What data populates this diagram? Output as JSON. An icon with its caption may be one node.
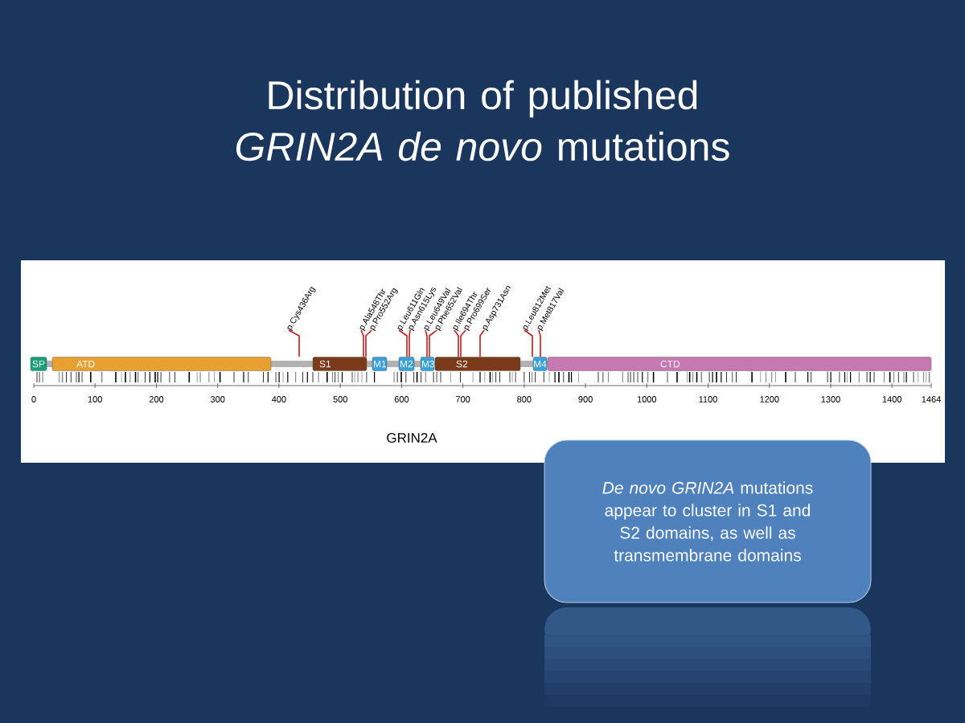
{
  "diagram": {
    "title": "Distribution of published *GRIN2A* *de novo* mutations",
    "nodes": [
      {
        "text": [
          "p.Cys436Arg"
        ]
      },
      {
        "text": [
          "p.Ala548Thr"
        ]
      },
      {
        "text": [
          "p.Pro552Arg"
        ]
      },
      {
        "text": [
          "p.Leu611Gln"
        ]
      },
      {
        "text": [
          "p.Asn615Lys"
        ]
      },
      {
        "text": [
          "p.Leu649Val"
        ]
      },
      {
        "text": [
          "p.Phe652Val"
        ]
      },
      {
        "text": [
          "p.Ile694Thr"
        ]
      },
      {
        "text": [
          "p.Pro699Ser"
        ]
      },
      {
        "text": [
          "p.Asp731Asn"
        ]
      },
      {
        "text": [
          "p.Leu812Met"
        ]
      },
      {
        "text": [
          "p.Met817Val"
        ]
      },
      {
        "text": [
          "SP"
        ]
      },
      {
        "text": [
          "ATD"
        ]
      },
      {
        "text": [
          "S1"
        ]
      },
      {
        "text": [
          "M1"
        ]
      },
      {
        "text": [
          "M2"
        ]
      },
      {
        "text": [
          "M3"
        ]
      },
      {
        "text": [
          "S2"
        ]
      },
      {
        "text": [
          "M4"
        ]
      },
      {
        "text": [
          "CTD"
        ]
      },
      {
        "text": [
          "*De novo* *GRIN2A* mutations appear to cluster in S1 and S2 domains, as well as transmembrane domains"
        ]
      }
    ],
    "edges": [
      {
        "from": 0,
        "to": null,
        "arrow": "none"
      },
      {
        "from": 1,
        "to": 14,
        "arrow": "none"
      },
      {
        "from": 2,
        "to": 14,
        "arrow": "none"
      },
      {
        "from": 3,
        "to": 16,
        "arrow": "none"
      },
      {
        "from": 4,
        "to": 16,
        "arrow": "none"
      },
      {
        "from": 5,
        "to": 17,
        "arrow": "none"
      },
      {
        "from": 6,
        "to": 17,
        "arrow": "none"
      },
      {
        "from": 7,
        "to": 18,
        "arrow": "none"
      },
      {
        "from": 8,
        "to": 18,
        "arrow": "none"
      },
      {
        "from": 9,
        "to": 18,
        "arrow": "none"
      },
      {
        "from": 10,
        "to": 19,
        "arrow": "none"
      },
      {
        "from": 11,
        "to": 19,
        "arrow": "none"
      }
    ],
    "labels": [
      "0",
      "100",
      "200",
      "300",
      "400",
      "500",
      "600",
      "700",
      "800",
      "900",
      "1000",
      "1100",
      "1200",
      "1300",
      "1400",
      "1464",
      "GRIN2A"
    ]
  }
}
